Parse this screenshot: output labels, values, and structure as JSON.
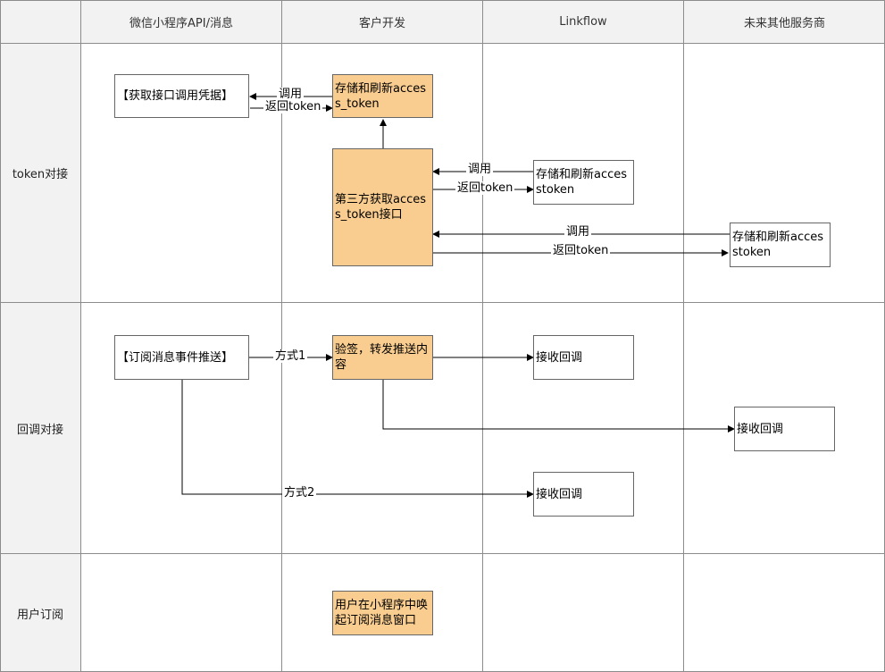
{
  "columns": [
    "微信小程序API/消息",
    "客户开发",
    "Linkflow",
    "未来其他服务商"
  ],
  "rows": [
    "token对接",
    "回调对接",
    "用户订阅"
  ],
  "boxes": {
    "get_credential": "【获取接口调用凭据】",
    "store_refresh_access_token": "存储和刷新access_token",
    "third_party_get": "第三方获取access_token接口",
    "linkflow_store": "存储和刷新accesstoken",
    "future_store": "存储和刷新accesstoken",
    "subscribe_push": "【订阅消息事件推送】",
    "verify_forward": "验签，转发推送内容",
    "linkflow_receive_1": "接收回调",
    "future_receive": "接收回调",
    "linkflow_receive_2": "接收回调",
    "user_popup": "用户在小程序中唤起订阅消息窗口"
  },
  "edge_labels": {
    "call_1": "调用",
    "return_1": "返回token",
    "call_2": "调用",
    "return_2": "返回token",
    "call_3": "调用",
    "return_3": "返回token",
    "method_1": "方式1",
    "method_2": "方式2"
  }
}
